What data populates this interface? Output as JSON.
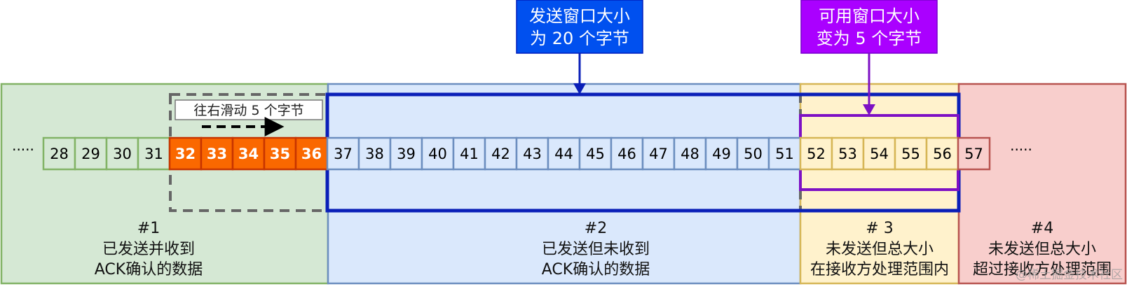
{
  "zones": [
    {
      "id": "zone-1",
      "num": "#1",
      "line1": "已发送并收到",
      "line2": "ACK确认的数据"
    },
    {
      "id": "zone-2",
      "num": "#2",
      "line1": "已发送但未收到",
      "line2": "ACK确认的数据"
    },
    {
      "id": "zone-3",
      "num": "# 3",
      "line1": "未发送但总大小",
      "line2": "在接收方处理范围内"
    },
    {
      "id": "zone-4",
      "num": "#4",
      "line1": "未发送但总大小",
      "line2": "超过接收方处理范围"
    }
  ],
  "ellipsis_left": "·····",
  "ellipsis_right": "·····",
  "sequence": [
    {
      "n": "28",
      "zone": "acked"
    },
    {
      "n": "29",
      "zone": "acked"
    },
    {
      "n": "30",
      "zone": "acked"
    },
    {
      "n": "31",
      "zone": "acked"
    },
    {
      "n": "32",
      "zone": "slid"
    },
    {
      "n": "33",
      "zone": "slid"
    },
    {
      "n": "34",
      "zone": "slid"
    },
    {
      "n": "35",
      "zone": "slid"
    },
    {
      "n": "36",
      "zone": "slid"
    },
    {
      "n": "37",
      "zone": "sent"
    },
    {
      "n": "38",
      "zone": "sent"
    },
    {
      "n": "39",
      "zone": "sent"
    },
    {
      "n": "40",
      "zone": "sent"
    },
    {
      "n": "41",
      "zone": "sent"
    },
    {
      "n": "42",
      "zone": "sent"
    },
    {
      "n": "43",
      "zone": "sent"
    },
    {
      "n": "44",
      "zone": "sent"
    },
    {
      "n": "45",
      "zone": "sent"
    },
    {
      "n": "46",
      "zone": "sent"
    },
    {
      "n": "47",
      "zone": "sent"
    },
    {
      "n": "48",
      "zone": "sent"
    },
    {
      "n": "49",
      "zone": "sent"
    },
    {
      "n": "50",
      "zone": "sent"
    },
    {
      "n": "51",
      "zone": "sent"
    },
    {
      "n": "52",
      "zone": "usable"
    },
    {
      "n": "53",
      "zone": "usable"
    },
    {
      "n": "54",
      "zone": "usable"
    },
    {
      "n": "55",
      "zone": "usable"
    },
    {
      "n": "56",
      "zone": "usable"
    },
    {
      "n": "57",
      "zone": "outside"
    }
  ],
  "slide_label": "往右滑动 5  个字节",
  "callout_send_window": {
    "line1": "发送窗口大小",
    "line2": "为 20 个字节"
  },
  "callout_usable_window": {
    "line1": "可用窗口大小",
    "line2": "变为 5 个字节"
  },
  "watermark": "@稀土掘金技术社区",
  "colors": {
    "zone1_fill": "#d5e8d4",
    "zone1_stroke": "#82b366",
    "zone2_fill": "#dae8fc",
    "zone2_stroke": "#6c8ebf",
    "zone3_fill": "#fff2cc",
    "zone3_stroke": "#d6b656",
    "zone4_fill": "#f8cecc",
    "zone4_stroke": "#b85450",
    "slid_fill": "#fa6800",
    "slid_stroke": "#c73500",
    "send_window": "#0a1fb8",
    "usable_window": "#7d10c4",
    "callout_blue": "#0050ef",
    "callout_purple": "#aa00ff",
    "dashed_gray": "#666666"
  }
}
